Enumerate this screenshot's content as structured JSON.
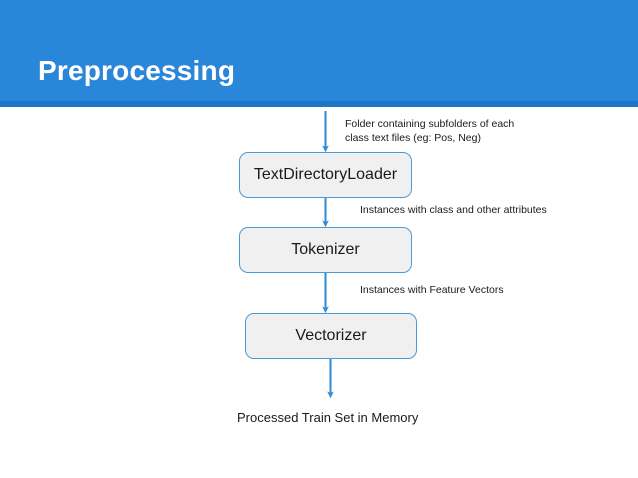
{
  "slide": {
    "title": "Preprocessing",
    "header_color": "#2a86d8",
    "header_rule_color": "#1d76c6",
    "background_color": "#ffffff"
  },
  "diagram": {
    "type": "flowchart",
    "orientation": "top-to-bottom",
    "node_fill": "#f0f0f0",
    "node_border": "#4a9ad8",
    "arrow_color": "#2e8bd6",
    "nodes": [
      {
        "id": "loader",
        "label": "TextDirectoryLoader"
      },
      {
        "id": "tokenizer",
        "label": "Tokenizer"
      },
      {
        "id": "vectorizer",
        "label": "Vectorizer"
      }
    ],
    "edge_labels": [
      {
        "id": "input",
        "text": "Folder containing subfolders of each\nclass text files (eg: Pos, Neg)"
      },
      {
        "id": "instances-class",
        "text": "Instances with class and other attributes"
      },
      {
        "id": "instances-features",
        "text": "Instances with Feature Vectors"
      }
    ],
    "outcome": "Processed Train Set in Memory"
  }
}
